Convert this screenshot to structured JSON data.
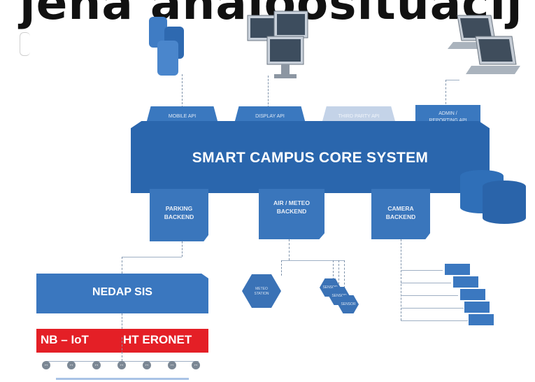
{
  "banner": {
    "text": "jena analoosituacij"
  },
  "core": {
    "title": "SMART CAMPUS CORE SYSTEM"
  },
  "apis": [
    {
      "label": "MOBILE API"
    },
    {
      "label": "DISPLAY API"
    },
    {
      "label": "THIRD PARTY API"
    },
    {
      "label": "ADMIN / REPORTING API"
    }
  ],
  "backends": [
    {
      "label": "PARKING BACKEND"
    },
    {
      "label": "AIR / METEO BACKEND"
    },
    {
      "label": "CAMERA BACKEND"
    }
  ],
  "nedap": {
    "label": "NEDAP SIS"
  },
  "network": {
    "left": "NB – IoT",
    "right": "HT ERONET"
  },
  "sensors": {
    "meteo": "METEO STATION",
    "air": [
      "SENSOR",
      "SENSOR",
      "SENSOR"
    ]
  },
  "dot_glyph": "↔",
  "colors": {
    "core": "#2a66ad",
    "tab": "#3a78bf",
    "red": "#e41f26"
  }
}
